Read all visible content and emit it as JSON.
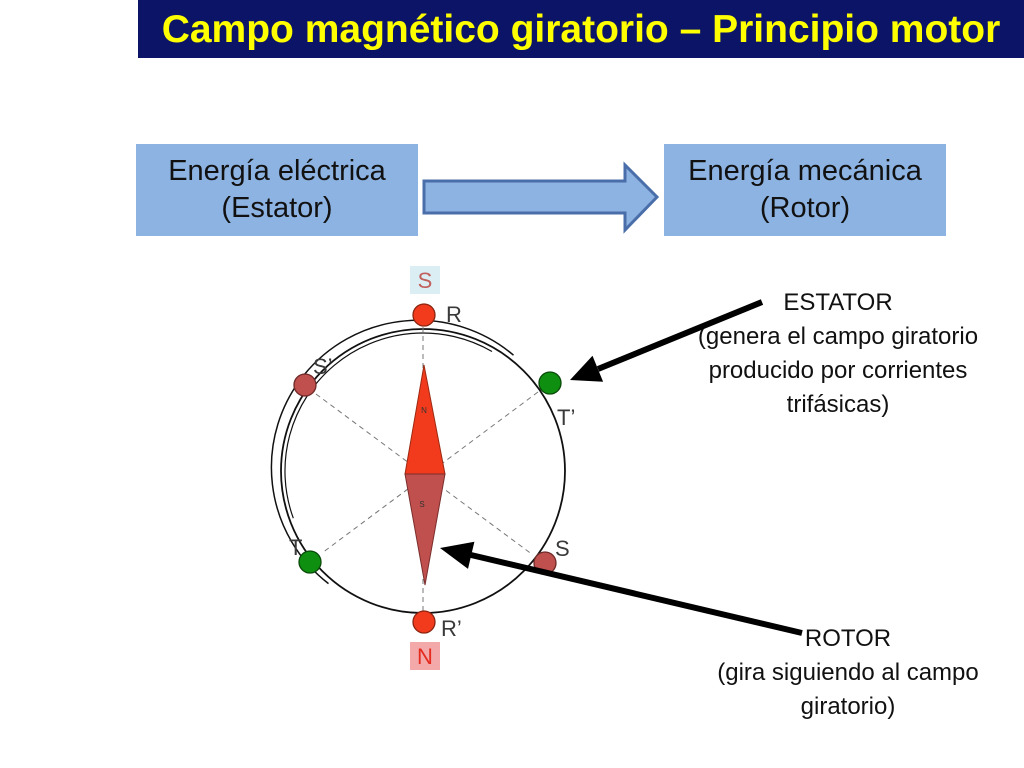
{
  "slide": {
    "title": "Campo magnético giratorio – Principio motor"
  },
  "energy_flow": {
    "input": {
      "line1": "Energía eléctrica",
      "line2": "(Estator)"
    },
    "output": {
      "line1": "Energía mecánica",
      "line2": "(Rotor)"
    }
  },
  "diagram": {
    "field_poles": {
      "top": "S",
      "bottom": "N"
    },
    "phase_labels": {
      "R": "R",
      "R_prime": "R’",
      "S": "S",
      "S_prime": "S’",
      "T": "T",
      "T_prime": "T’"
    },
    "rotor_poles": {
      "north": "N",
      "south": "S"
    }
  },
  "notes": {
    "stator": {
      "heading": "ESTATOR",
      "lines": [
        "(genera el campo giratorio",
        "producido por corrientes",
        "trifásicas)"
      ]
    },
    "rotor": {
      "heading": "ROTOR",
      "lines": [
        "(gira siguiendo al campo",
        "giratorio)"
      ]
    }
  },
  "colors": {
    "title_bg": "#0b1467",
    "title_text": "#ffff00",
    "box_fill": "#8db3e2",
    "phase_r": "#f23b1d",
    "phase_s": "#c0504d",
    "phase_t": "#0f8f0f"
  }
}
